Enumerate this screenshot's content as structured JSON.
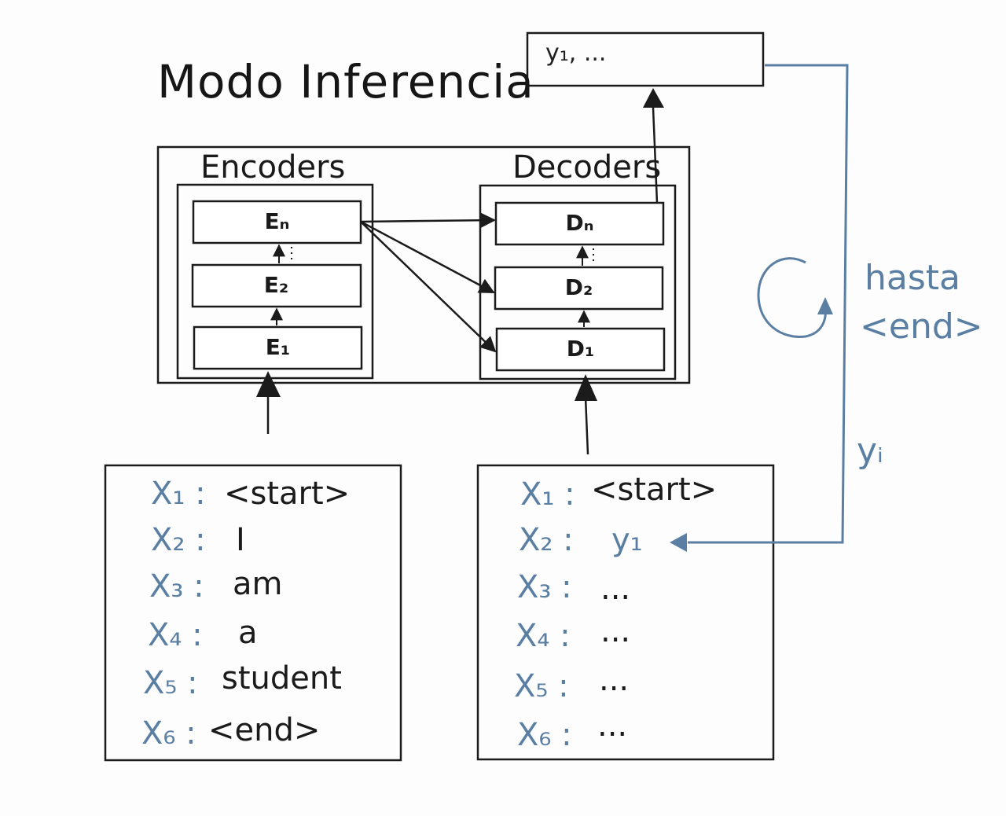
{
  "title": "Modo Inferencia",
  "output_box": {
    "text": "y₁, ..."
  },
  "encoders": {
    "label": "Encoders",
    "layers": [
      {
        "id": "en",
        "label": "Eₙ"
      },
      {
        "id": "e2",
        "label": "E₂"
      },
      {
        "id": "e1",
        "label": "E₁"
      }
    ]
  },
  "decoders": {
    "label": "Decoders",
    "layers": [
      {
        "id": "dn",
        "label": "Dₙ"
      },
      {
        "id": "d2",
        "label": "D₂"
      },
      {
        "id": "d1",
        "label": "D₁"
      }
    ]
  },
  "encoder_inputs": [
    {
      "key": "X₁ :",
      "value": "<start>"
    },
    {
      "key": "X₂ :",
      "value": "I"
    },
    {
      "key": "X₃ :",
      "value": "am"
    },
    {
      "key": "X₄ :",
      "value": "a"
    },
    {
      "key": "X₅ :",
      "value": "student"
    },
    {
      "key": "X₆ :",
      "value": "<end>"
    }
  ],
  "decoder_inputs": [
    {
      "key": "X₁ :",
      "value": "<start>"
    },
    {
      "key": "X₂ :",
      "value": "y₁"
    },
    {
      "key": "X₃ :",
      "value": "..."
    },
    {
      "key": "X₄ :",
      "value": "..."
    },
    {
      "key": "X₅ :",
      "value": "..."
    },
    {
      "key": "X₆ :",
      "value": "..."
    }
  ],
  "loop": {
    "label_line1": "hasta",
    "label_line2": "<end>",
    "feedback_label": "yᵢ"
  },
  "colors": {
    "ink": "#1b1b1b",
    "blue": "#5a7fa3"
  }
}
